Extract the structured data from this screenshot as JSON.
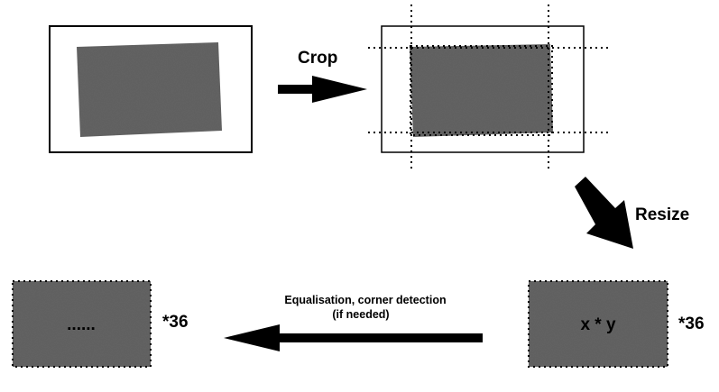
{
  "steps": {
    "crop": {
      "label": "Crop"
    },
    "resize": {
      "label": "Resize"
    },
    "equalisation": {
      "line1": "Equalisation, corner detection",
      "line2": "(if needed)"
    }
  },
  "tiles": {
    "resized": {
      "text": "x * y",
      "multiplier": "*36"
    },
    "processed": {
      "text": "......",
      "multiplier": "*36"
    }
  },
  "colors": {
    "photo_fill": "#636363",
    "stroke": "#000000",
    "background": "#ffffff"
  }
}
